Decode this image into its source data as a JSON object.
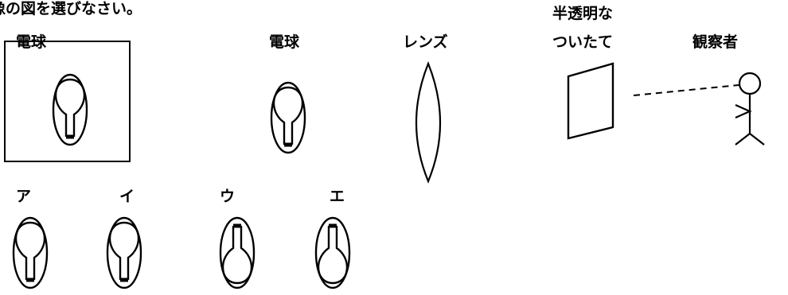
{
  "question": {
    "instruction": "像の図を選びなさい。"
  },
  "apparatus": {
    "bulb_left_label": "電球",
    "bulb_label": "電球",
    "lens_label": "レンズ",
    "screen_label_line1": "半透明な",
    "screen_label_line2": "ついたて",
    "observer_label": "観察者"
  },
  "choices": [
    {
      "label": "ア"
    },
    {
      "label": "イ"
    },
    {
      "label": "ウ"
    },
    {
      "label": "エ"
    }
  ]
}
